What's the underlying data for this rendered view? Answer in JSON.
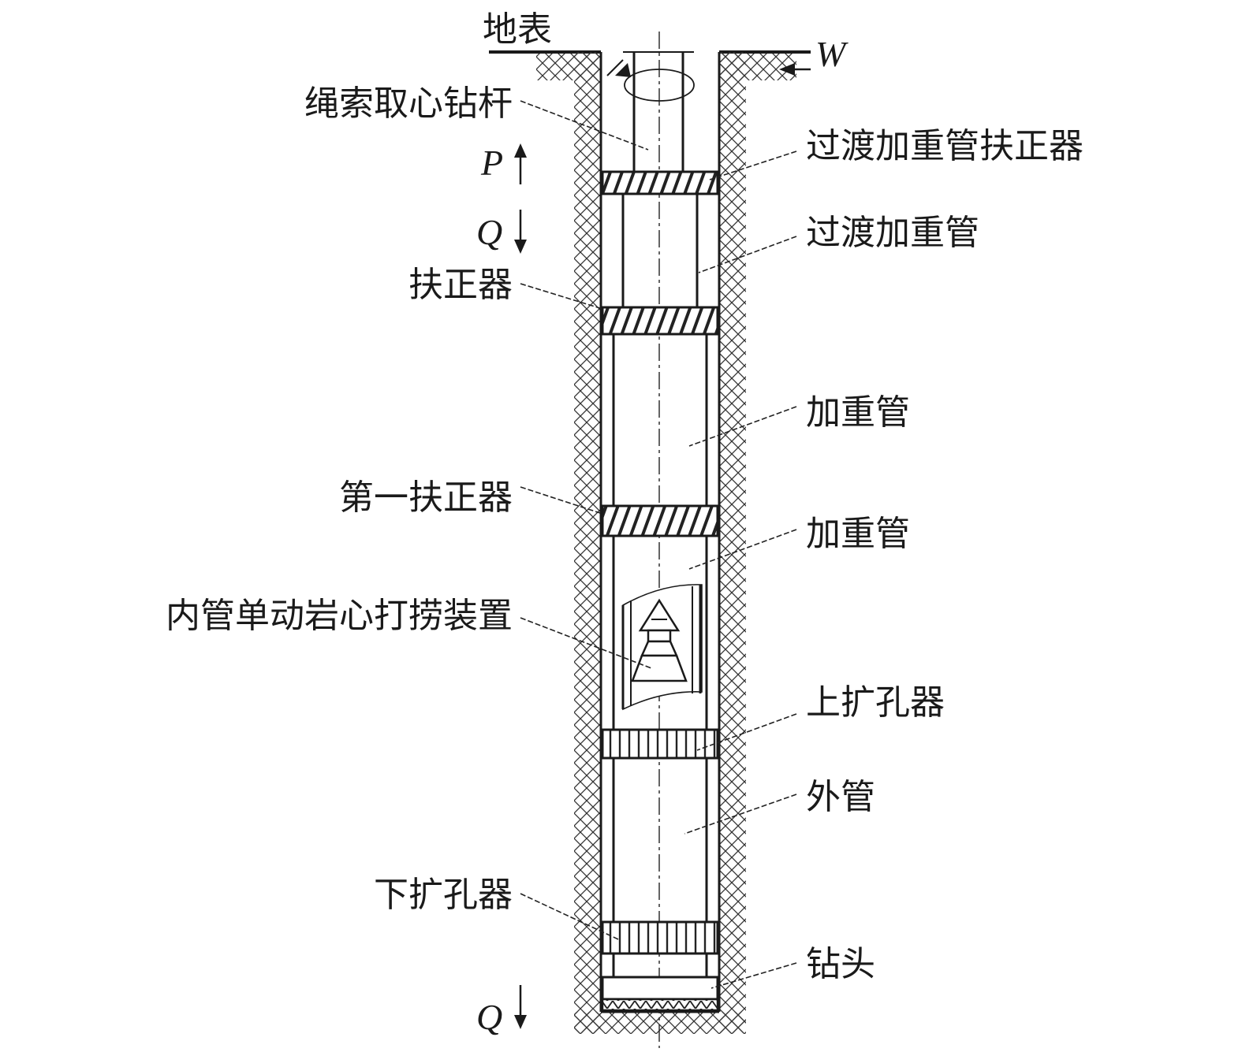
{
  "diagram": {
    "surface_label": "地表",
    "force_labels": {
      "W": "W",
      "P": "P",
      "Q_upper": "Q",
      "Q_bottom": "Q"
    },
    "left_labels": [
      "绳索取心钻杆",
      "扶正器",
      "第一扶正器",
      "内管单动岩心打捞装置",
      "下扩孔器"
    ],
    "right_labels": [
      "过渡加重管扶正器",
      "过渡加重管",
      "加重管",
      "加重管",
      "上扩孔器",
      "外管",
      "钻头"
    ],
    "colors": {
      "line": "#1a1a1a",
      "background": "#ffffff"
    }
  }
}
